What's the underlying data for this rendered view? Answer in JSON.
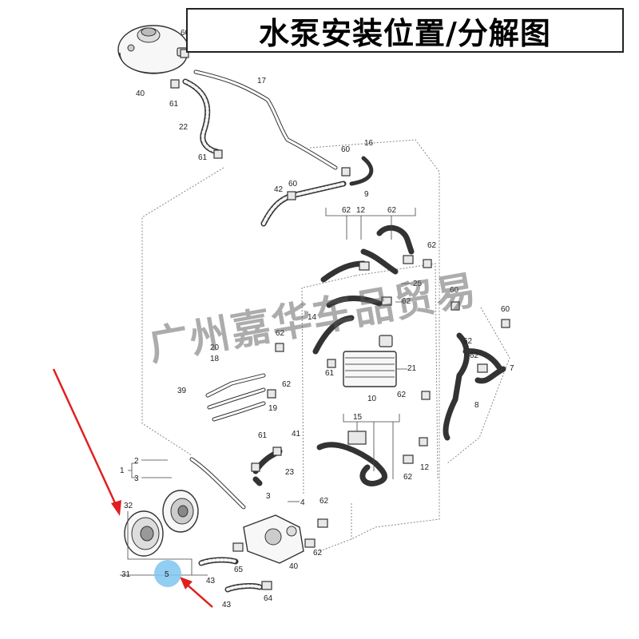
{
  "title": "水泵安装位置/分解图",
  "watermark": "广州嘉华车品贸易",
  "accent_colors": {
    "arrow": "#e02020",
    "highlight_circle": "#7fc4f0"
  },
  "labels": {
    "l60a": "60",
    "l40": "40",
    "l61a": "61",
    "l17": "17",
    "l22": "22",
    "l61b": "61",
    "l60b": "60",
    "l16": "16",
    "l42": "42",
    "l60c": "60",
    "l9": "9",
    "l62a": "62",
    "l12a": "12",
    "l62b": "62",
    "l62c": "62",
    "l25": "25",
    "l62d": "62",
    "l14": "14",
    "l60d": "60",
    "l60e": "60",
    "l62e": "62",
    "l62f": "62",
    "l7": "7",
    "l20": "20",
    "l18": "18",
    "l62g": "62",
    "l61c": "61",
    "l21": "21",
    "l39": "39",
    "l62h": "62",
    "l19": "19",
    "l62i": "62",
    "l8": "8",
    "l10": "10",
    "l15": "15",
    "l61d": "61",
    "l41": "41",
    "l23": "23",
    "l12b": "12",
    "l62j": "62",
    "l1": "1",
    "l2": "2",
    "l3": "3",
    "l32": "32",
    "l3b": "3",
    "l4": "4",
    "l62k": "62",
    "l31": "31",
    "l5": "5",
    "l43a": "43",
    "l65": "65",
    "l40b": "40",
    "l62l": "62",
    "l43b": "43",
    "l64": "64"
  }
}
